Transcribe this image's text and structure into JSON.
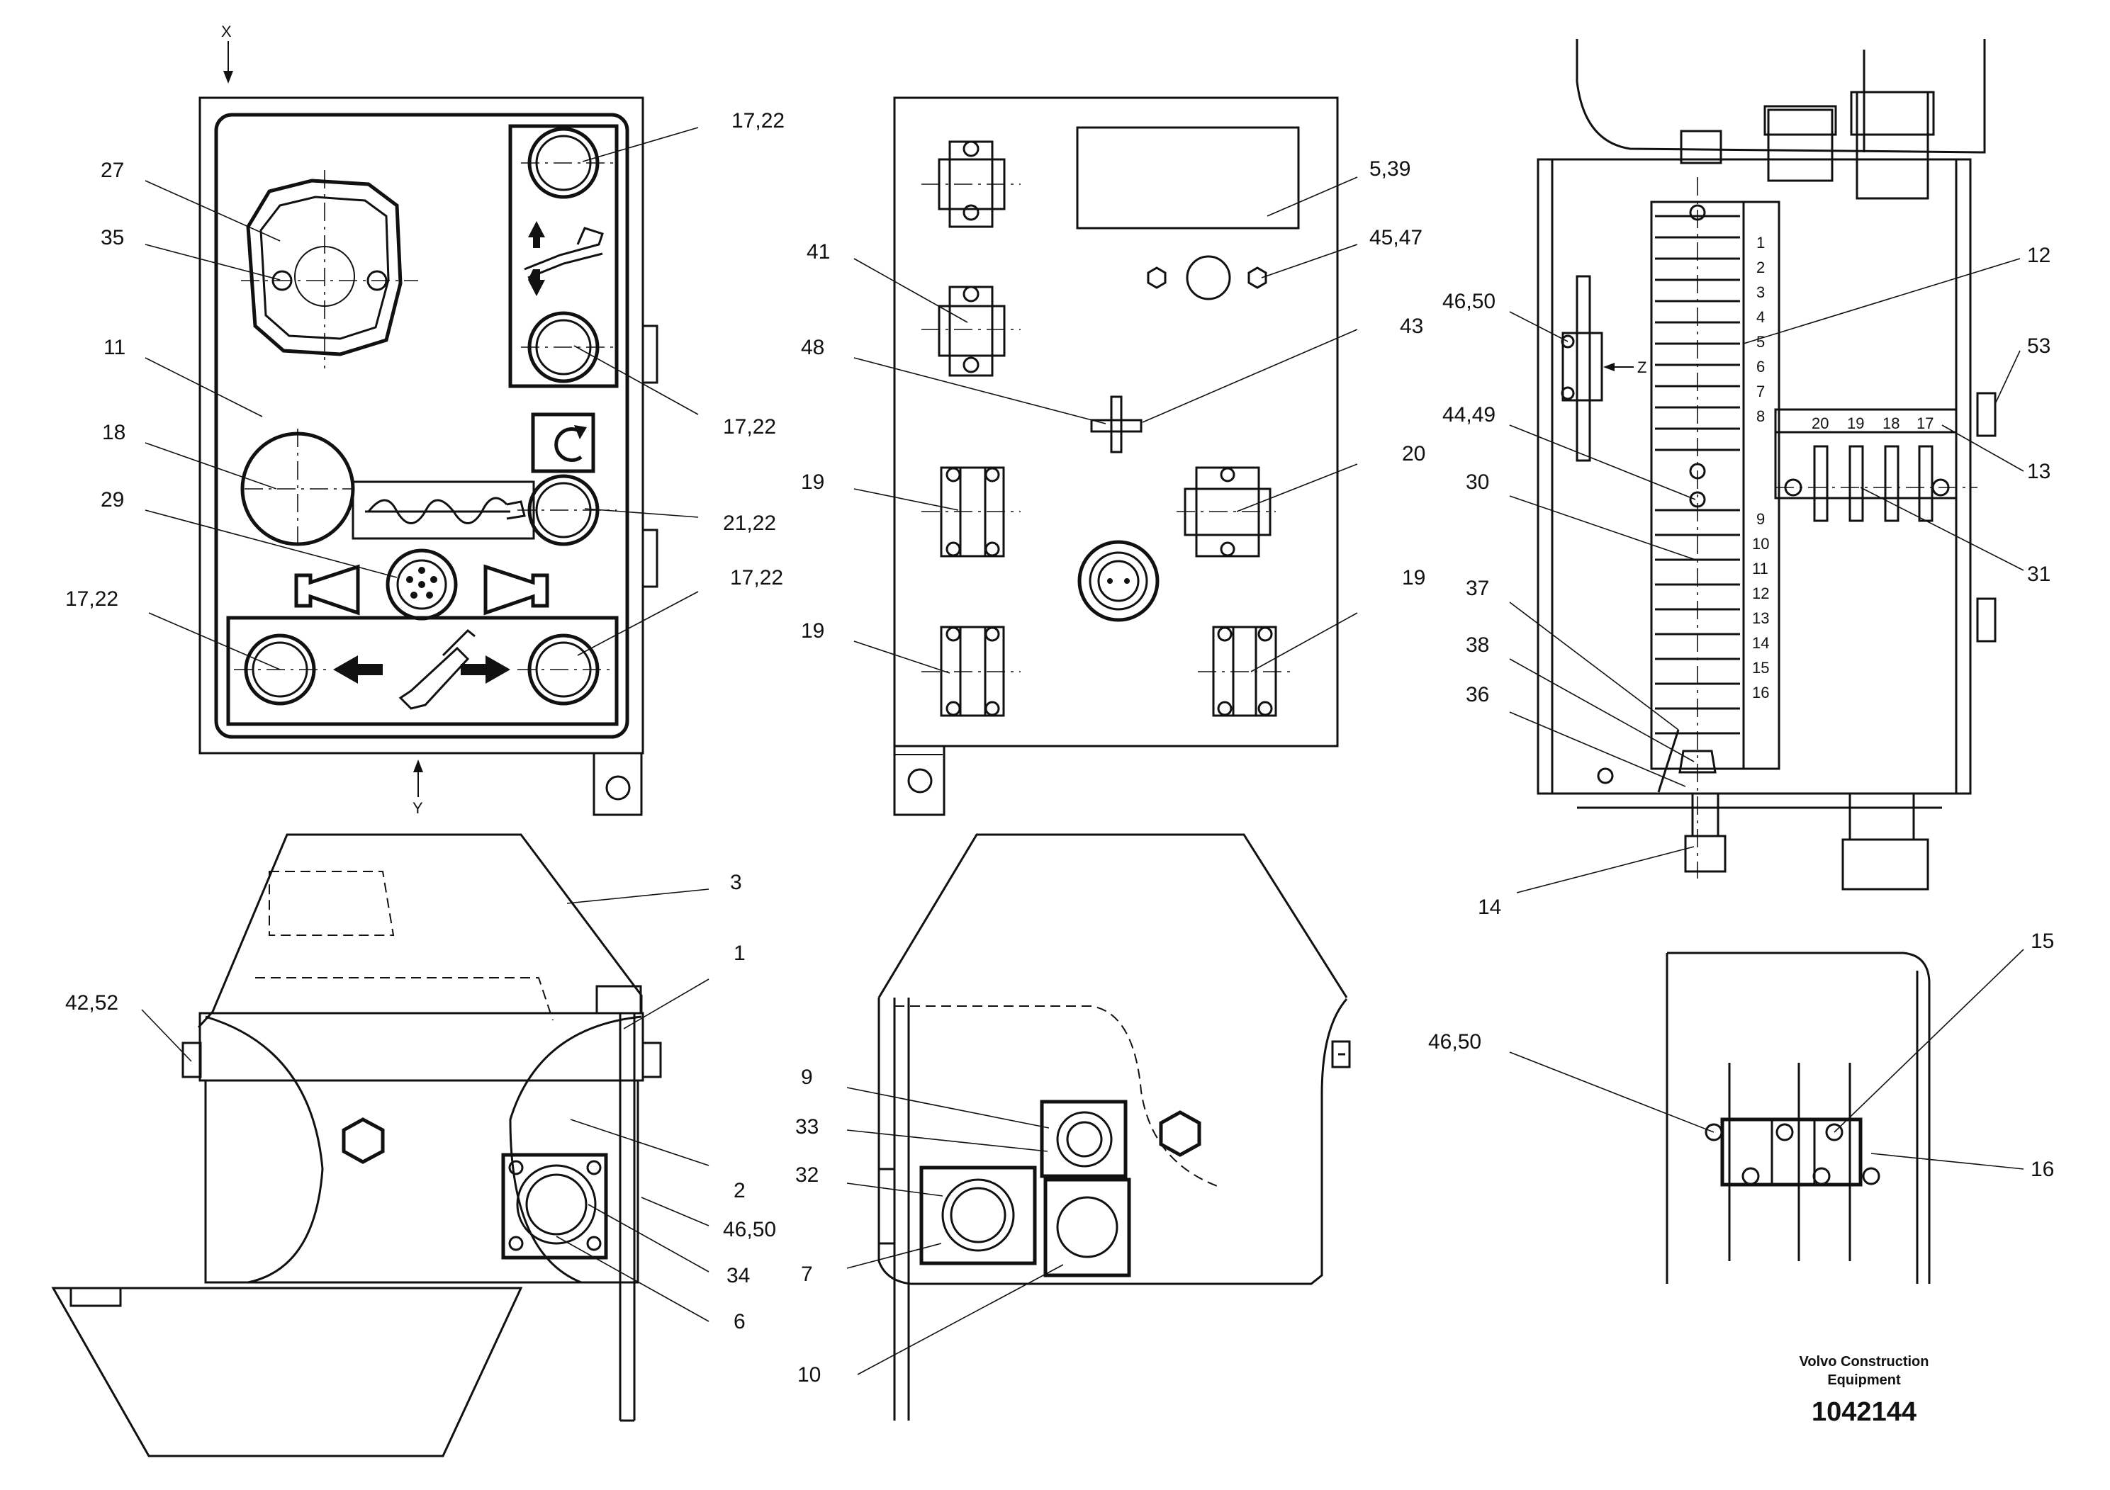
{
  "view_markers": {
    "x": "X",
    "y": "Y",
    "z": "Z"
  },
  "callouts": {
    "c_27": "27",
    "c_35": "35",
    "c_11": "11",
    "c_18": "18",
    "c_29": "29",
    "c_17_22_a": "17,22",
    "c_17_22_b": "17,22",
    "c_21_22": "21,22",
    "c_17_22_c": "17,22",
    "c_17_22_d": "17,22",
    "c_41": "41",
    "c_48": "48",
    "c_19_a": "19",
    "c_19_b": "19",
    "c_19_c": "19",
    "c_5_39": "5,39",
    "c_45_47": "45,47",
    "c_43": "43",
    "c_20": "20",
    "c_46_50_a": "46,50",
    "c_44_49": "44,49",
    "c_30": "30",
    "c_37": "37",
    "c_38": "38",
    "c_36": "36",
    "c_14": "14",
    "c_12": "12",
    "c_53": "53",
    "c_13": "13",
    "c_31": "31",
    "c_3": "3",
    "c_1": "1",
    "c_42_52": "42,52",
    "c_2": "2",
    "c_46_50_b": "46,50",
    "c_34": "34",
    "c_6": "6",
    "c_9": "9",
    "c_33": "33",
    "c_32": "32",
    "c_7": "7",
    "c_10": "10",
    "c_15": "15",
    "c_46_50_c": "46,50",
    "c_16": "16"
  },
  "terminal_numbers": [
    "1",
    "2",
    "3",
    "4",
    "5",
    "6",
    "7",
    "8",
    "9",
    "10",
    "11",
    "12",
    "13",
    "14",
    "15",
    "16"
  ],
  "relay_numbers": [
    "20",
    "19",
    "18",
    "17"
  ],
  "title_block": {
    "company_line1": "Volvo Construction",
    "company_line2": "Equipment",
    "drawing_number": "1042144"
  }
}
